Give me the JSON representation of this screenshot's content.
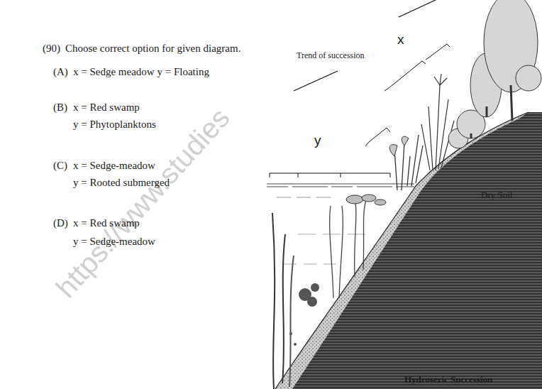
{
  "diagram": {
    "caption": "Hydroseric Succession",
    "labels": [
      "(90)",
      "Choose correct option for given diagram.",
      "(A)",
      "x = Sedge meadow y = Floating",
      "(B)",
      "x = Red swamp",
      "y = Phytoplanktons",
      "(C)",
      "x = Sedge-meadow",
      "y = Rooted submerged",
      "(D)",
      "x = Red swamp",
      "y = Sedge-meadow",
      "Trend of succession",
      "x",
      "y",
      "Dry Soil",
      "https://www.studies"
    ]
  }
}
